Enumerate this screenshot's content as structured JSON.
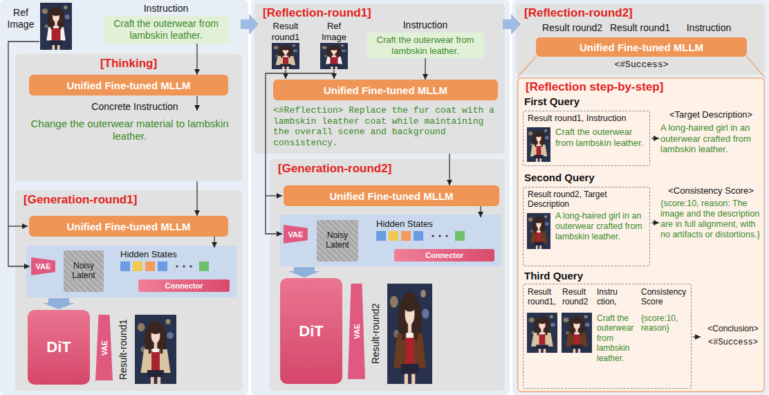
{
  "diagram": {
    "nodes": [
      {
        "text": [
          "Instruction",
          "Craft the outerwear from lambskin leather."
        ]
      },
      {
        "text": [
          "[Thinking]"
        ]
      },
      {
        "text": [
          "Unified Fine-tuned MLLM"
        ],
        "in": 1
      },
      {
        "text": [
          "[Generation-round1]"
        ]
      },
      {
        "text": [
          "Unified Fine-tuned MLLM"
        ],
        "in": 3
      },
      {
        "text": [
          "VAE"
        ],
        "in": 3
      },
      {
        "text": [
          "Noisy Latent"
        ],
        "in": 3
      },
      {
        "text": [
          "Hidden States"
        ],
        "in": 3
      },
      {
        "text": [
          "Connector"
        ],
        "in": 3
      },
      {
        "text": [
          "DiT"
        ],
        "in": 3
      },
      {
        "text": [
          "VAE"
        ],
        "in": 3
      },
      {
        "text": [
          "[Reflection-round1]"
        ]
      },
      {
        "text": [
          "Instruction",
          "Craft the outerwear from lambskin leather."
        ],
        "in": 11
      },
      {
        "text": [
          "Unified Fine-tuned MLLM"
        ],
        "in": 11
      },
      {
        "text": [
          "[Generation-round2]"
        ]
      },
      {
        "text": [
          "Unified Fine-tuned MLLM"
        ],
        "in": 14
      },
      {
        "text": [
          "VAE"
        ],
        "in": 14
      },
      {
        "text": [
          "Noisy Latent"
        ],
        "in": 14
      },
      {
        "text": [
          "Hidden States"
        ],
        "in": 14
      },
      {
        "text": [
          "Connector"
        ],
        "in": 14
      },
      {
        "text": [
          "DiT"
        ],
        "in": 14
      },
      {
        "text": [
          "VAE"
        ],
        "in": 14
      },
      {
        "text": [
          "[Reflection-round2]"
        ]
      },
      {
        "text": [
          "Unified Fine-tuned MLLM"
        ],
        "in": 22
      },
      {
        "text": [
          "[Reflection step-by-step]"
        ]
      },
      {
        "text": [
          "Result round1, Instruction",
          "Craft the outerwear from lambskin leather."
        ],
        "in": 24
      },
      {
        "text": [
          "Result round2, Target Description",
          "A long-haired girl in an outerwear crafted from lambskin leather."
        ],
        "in": 24
      },
      {
        "text": [
          "Result round1,",
          "Result round2",
          "Instru ction,",
          "Consistency Score",
          "Craft the outerwear from lambskin leather.",
          "{score:10, reason}"
        ],
        "in": 24
      }
    ],
    "edges": [
      {
        "from": 0,
        "to": 2,
        "arrow": "to"
      },
      {
        "from": 1,
        "to": 4,
        "arrow": "to"
      },
      {
        "from": 4,
        "to": 7,
        "arrow": "to"
      },
      {
        "from": 12,
        "to": 13,
        "arrow": "to"
      },
      {
        "from": 11,
        "to": 15,
        "arrow": "to"
      },
      {
        "from": 15,
        "to": 18,
        "arrow": "to"
      }
    ],
    "labels": [
      "Ref Image",
      "Concrete Instruction",
      "Change the outerwear material to lambskin leather.",
      "Result-round1",
      "Result round1",
      "Ref Image",
      "<#Reflection> Replace the fur coat with a lambskin leather coat while maintaining the overall scene and background consistency.",
      "Result-round2",
      "Result round2",
      "Result round1",
      "Instruction",
      "<#Success>",
      "First Query",
      "<Target Description>",
      "A long-haired girl in an outerwear crafted from lambskin leather.",
      "Second Query",
      "<Consistency Score>",
      "{score:10, reason: The image and the description are in full alignment, with no artifacts or distortions.}",
      "Third Query",
      "<Conclusion>",
      "<#Success>"
    ]
  }
}
